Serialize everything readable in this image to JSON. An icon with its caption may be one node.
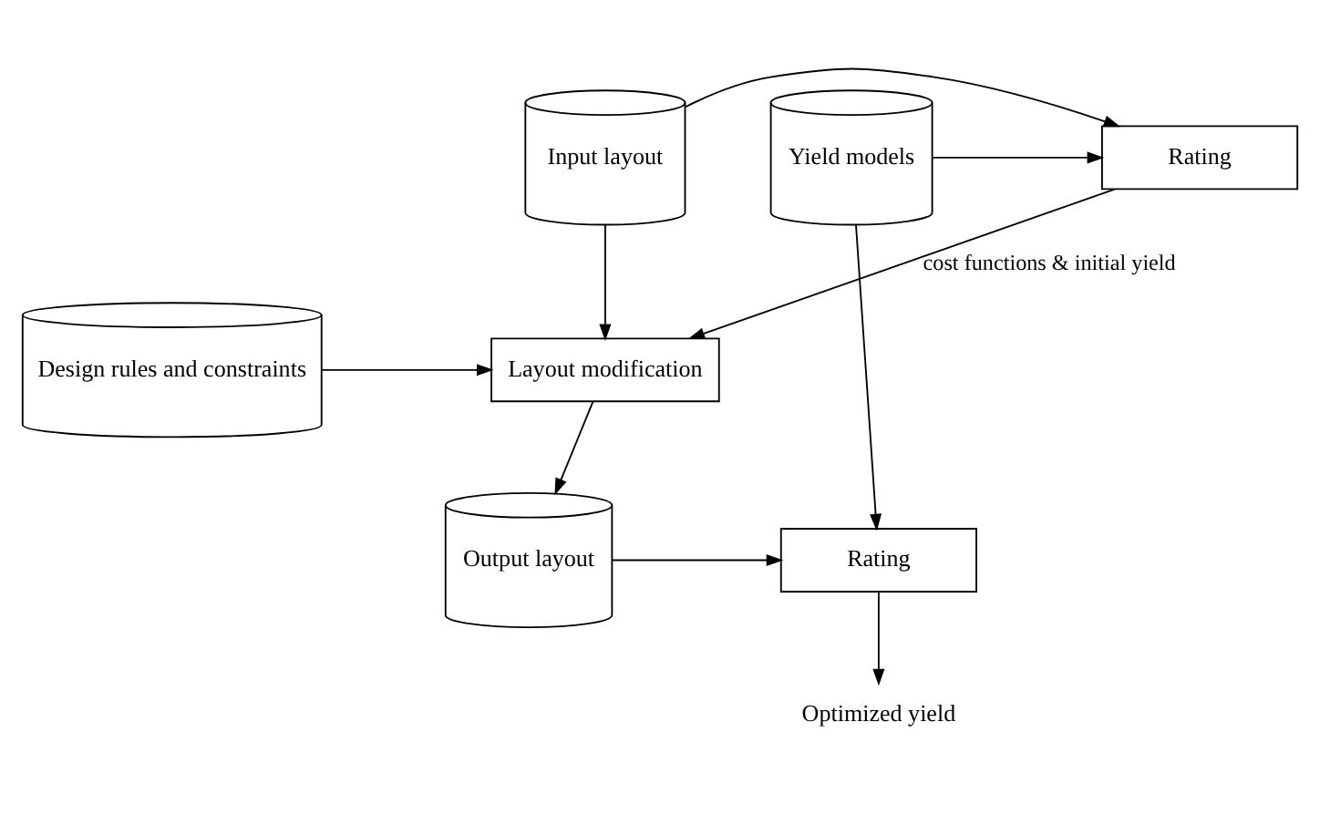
{
  "diagram": {
    "nodes": [
      {
        "text": [
          "Input layout"
        ]
      },
      {
        "text": [
          "Rating"
        ]
      },
      {
        "text": [
          "Yield models"
        ]
      },
      {
        "text": [
          "Layout modification"
        ]
      },
      {
        "text": [
          "Design rules and constraints"
        ]
      },
      {
        "text": [
          "Output layout"
        ]
      },
      {
        "text": [
          "Rating"
        ]
      },
      {
        "text": [
          "Optimized yield"
        ]
      }
    ],
    "edges": [
      {
        "from": 0,
        "to": 1,
        "arrow": "to"
      },
      {
        "from": 2,
        "to": 1,
        "arrow": "to"
      },
      {
        "from": 1,
        "to": 3,
        "arrow": "to",
        "label": "cost functions & initial yield"
      },
      {
        "from": 0,
        "to": 3,
        "arrow": "to"
      },
      {
        "from": 4,
        "to": 3,
        "arrow": "to"
      },
      {
        "from": 3,
        "to": 5,
        "arrow": "to"
      },
      {
        "from": 2,
        "to": 6,
        "arrow": "to"
      },
      {
        "from": 5,
        "to": 6,
        "arrow": "to"
      },
      {
        "from": 6,
        "to": 7,
        "arrow": "to"
      }
    ]
  }
}
